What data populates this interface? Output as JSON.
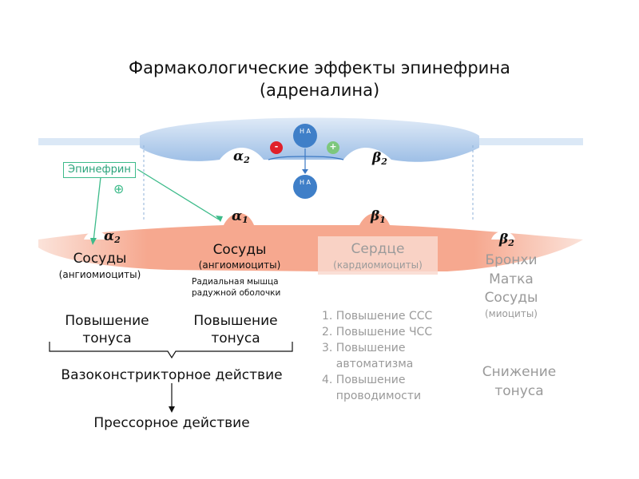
{
  "title_line1": "Фармакологические эффекты эпинефрина",
  "title_line2": "(адреналина)",
  "epinephrine_label": "Эпинефрин",
  "plus_symbol": "⊕",
  "neuron": {
    "na_top": "Н А",
    "na_bottom": "Н А",
    "minus_sign": "-",
    "plus_sign": "+"
  },
  "receptors": {
    "alpha2_top": "α",
    "alpha2_top_sub": "2",
    "beta2_top": "β",
    "beta2_top_sub": "2",
    "alpha1": "α",
    "alpha1_sub": "1",
    "beta1": "β",
    "beta1_sub": "1",
    "alpha2_left": "α",
    "alpha2_left_sub": "2",
    "beta2_right": "β",
    "beta2_right_sub": "2"
  },
  "targets": {
    "vessels1_title": "Сосуды",
    "vessels1_sub": "(ангиомиоциты)",
    "vessels2_title": "Сосуды",
    "vessels2_sub": "(ангиомиоциты)",
    "iris_line1": "Радиальная мышца",
    "iris_line2": "радужной оболочки",
    "heart_title": "Сердце",
    "heart_sub": "(кардиомиоциты)",
    "right_line1": "Бронхи",
    "right_line2": "Матка",
    "right_line3": "Сосуды",
    "right_sub": "(миоциты)"
  },
  "effects": {
    "tone_up_1a": "Повышение",
    "tone_up_1b": "тонуса",
    "tone_up_2a": "Повышение",
    "tone_up_2b": "тонуса",
    "vasoconstrictor": "Вазоконстрикторное действие",
    "pressor": "Прессорное действие",
    "heart_effects": [
      "1. Повышение ССС",
      "2. Повышение ЧСС",
      "3. Повышение",
      "    автоматизма",
      "4. Повышение",
      "    проводимости"
    ],
    "tone_down_a": "Снижение",
    "tone_down_b": "тонуса"
  },
  "colors": {
    "blue_band": "#d8e6f5",
    "blue_dark": "#3b78c3",
    "salmon": "#f39a80",
    "green": "#3dbb8a",
    "red": "#e0202a",
    "grey_text": "#9a9a9a"
  }
}
